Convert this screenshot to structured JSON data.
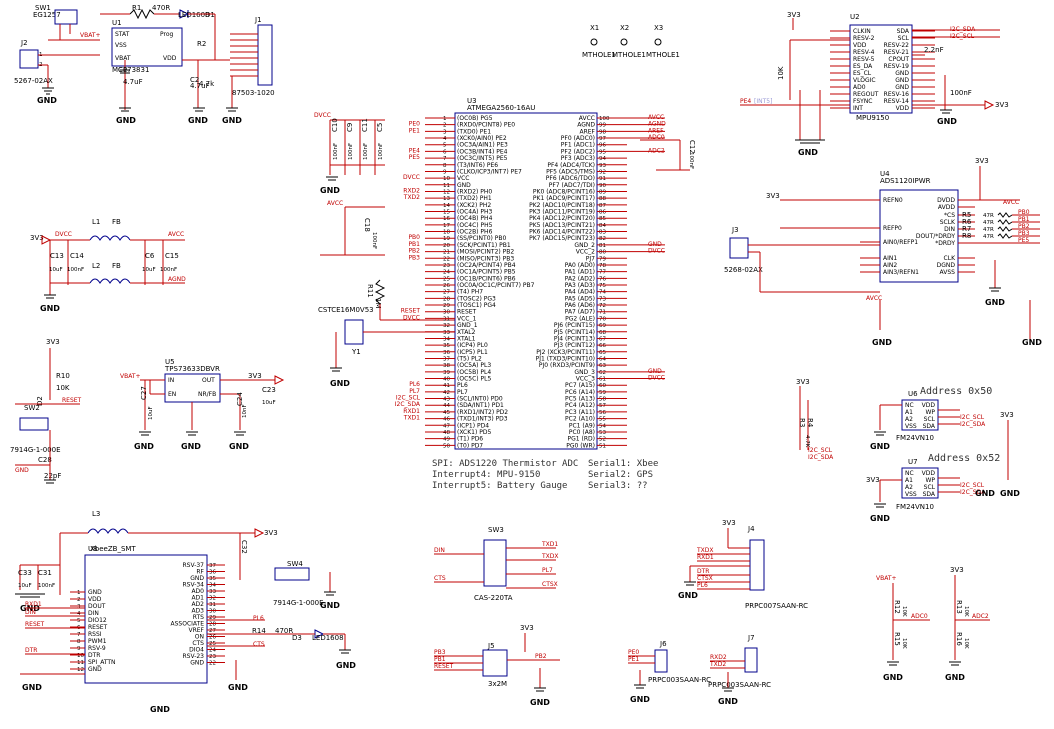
{
  "top_left": {
    "sw1": "SW1",
    "sw1_part": "EG1257",
    "j2": "J2",
    "j2_part": "5267-02AX",
    "u1": "U1",
    "u1_part": "MCP73831",
    "u1_pins": [
      "STAT",
      "VSS",
      "VBAT",
      "Prog",
      "VDD"
    ],
    "r1": "R1",
    "r1_val": "470R",
    "d1": "D1",
    "d1_part": "LED1608",
    "c1": "C1",
    "c1_val": "4.7uF",
    "c2": "C2",
    "c2_val": "4.7uF",
    "r2": "R2",
    "r2_val": "4.7k",
    "j1": "J1",
    "j1_part": "87503-1020",
    "vbat": "VBAT+"
  },
  "u2": {
    "ref": "U2",
    "part": "MPU9150",
    "left_pins": [
      "CLKIN",
      "RESV-2",
      "VDD",
      "RESV-4",
      "RESV-5",
      "ES_DA",
      "ES_CL",
      "VLOGIC",
      "AD0",
      "REGOUT",
      "FSYNC",
      "INT"
    ],
    "right_pins": [
      "SDA",
      "SCL",
      "RESV-22",
      "RESV-21",
      "CPOUT",
      "RESV-19",
      "GND",
      "GND",
      "GND",
      "RESV-16",
      "RESV-14",
      "VDD"
    ],
    "i2c_sda": "I2C_SDA",
    "i2c_scl": "I2C_SCL",
    "pe4": "PE4",
    "int5": "[INT5]",
    "r_val": "10K",
    "c_val": "2.2nF",
    "c_val2": "100nF"
  },
  "mountholes": [
    "X1",
    "X2",
    "X3"
  ],
  "mounthole_label": "MTHOLE1",
  "u3": {
    "ref": "U3",
    "part": "ATMEGA2560-16AU",
    "left_pins": [
      "(OC0B) PG5",
      "(RXD0/PCINT8) PE0",
      "(TXD0) PE1",
      "(XCK0/AIN0) PE2",
      "(OC3A/AIN1) PE3",
      "(OC3B/INT4) PE4",
      "(OC3C/INT5) PE5",
      "(T3/INT6) PE6",
      "(CLKO/ICP3/INT7) PE7",
      "VCC",
      "GND",
      "(RXD2) PH0",
      "(TXD2) PH1",
      "(XCK2) PH2",
      "(OC4A) PH3",
      "(OC4B) PH4",
      "(OC4C) PH5",
      "(OC2B) PH6",
      "(SS/PCINT0) PB0",
      "(SCK/PCINT1) PB1",
      "(MOSI/PCINT2) PB2",
      "(MISO/PCINT3) PB3",
      "(OC2A/PCINT4) PB4",
      "(OC1A/PCINT5) PB5",
      "(OC1B/PCINT6) PB6",
      "(OC0A/OC1C/PCINT7) PB7",
      "(T4) PH7",
      "(TOSC2) PG3",
      "(TOSC1) PG4",
      "RESET",
      "VCC_1",
      "GND_1",
      "XTAL2",
      "XTAL1",
      "(ICP4) PL0",
      "(ICP5) PL1",
      "(T5) PL2",
      "(OC5A) PL3",
      "(OC5B) PL4",
      "(OC5C) PL5",
      "PL6",
      "PL7",
      "(SCL/INT0) PD0",
      "(SDA/INT1) PD1",
      "(RXD1/INT2) PD2",
      "(TXD1/INT3) PD3",
      "(ICP1) PD4",
      "(XCK1) PD5",
      "(T1) PD6",
      "(T0) PD7"
    ],
    "right_pins": [
      "AVCC",
      "AGND",
      "AREF",
      "PF0 (ADC0)",
      "PF1 (ADC1)",
      "PF2 (ADC2)",
      "PF3 (ADC3)",
      "PF4 (ADC4/TCK)",
      "PF5 (ADC5/TMS)",
      "PF6 (ADC6/TDO)",
      "PF7 (ADC7/TDI)",
      "PK0 (ADC8/PCINT16)",
      "PK1 (ADC9/PCINT17)",
      "PK2 (ADC10/PCINT18)",
      "PK3 (ADC11/PCINT19)",
      "PK4 (ADC12/PCINT20)",
      "PK5 (ADC13/PCINT21)",
      "PK6 (ADC14/PCINT22)",
      "PK7 (ADC15/PCINT23)",
      "GND_2",
      "VCC_2",
      "PJ7",
      "PA0 (AD0)",
      "PA1 (AD1)",
      "PA2 (AD2)",
      "PA3 (AD3)",
      "PA4 (AD4)",
      "PA5 (AD5)",
      "PA6 (AD6)",
      "PA7 (AD7)",
      "PG2 (ALE)",
      "PJ6 (PCINT15)",
      "PJ5 (PCINT14)",
      "PJ4 (PCINT13)",
      "PJ3 (PCINT12)",
      "PJ2 (XCK3/PCINT11)",
      "PJ1 (TXD3/PCINT10)",
      "PJ0 (RXD3/PCINT9)",
      "GND_3",
      "VCC_3",
      "PC7 (A15)",
      "PC6 (A14)",
      "PC5 (A13)",
      "PC4 (A12)",
      "PC3 (A11)",
      "PC2 (A10)",
      "PC1 (A9)",
      "PC0 (A8)",
      "PG1 (RD)",
      "PG0 (WR)"
    ],
    "left_nets": {
      "pe0": "PE0",
      "pe1": "PE1",
      "pe4": "PE4",
      "pe5": "PE5",
      "dvcc": "DVCC",
      "rxd2": "RXD2",
      "txd2": "TXD2",
      "pb0": "PB0",
      "pb1": "PB1",
      "pb2": "PB2",
      "pb3": "PB3",
      "reset": "RESET",
      "pl6": "PL6",
      "pl7": "PL7",
      "i2c_scl": "I2C_SCL",
      "i2c_sda": "I2C_SDA",
      "rxd1": "RXD1",
      "txd1": "TXD1"
    },
    "right_nets": {
      "avcc": "AVCC",
      "agnd": "AGND",
      "aref": "AREF",
      "adc0": "ADC0",
      "adc2": "ADC2",
      "gnd": "GND",
      "dvcc": "DVCC"
    }
  },
  "caps_dvcc": {
    "c10": "C10",
    "c9": "C9",
    "c11": "C11",
    "c5": "C5",
    "val": "100nF",
    "dvcc": "DVCC"
  },
  "c12": {
    "ref": "C12",
    "val": "100nF"
  },
  "c18": {
    "ref": "C18",
    "val": "100nF",
    "avcc": "AVCC"
  },
  "filter": {
    "l1": "L1",
    "l2": "L2",
    "fb": "FB",
    "c13": "C13",
    "c14": "C14",
    "c6": "C6",
    "c15": "C15",
    "val10": "10uF",
    "val100": "100nF",
    "dvcc": "DVCC",
    "avcc": "AVCC",
    "agnd": "AGND",
    "v3": "3V3"
  },
  "crystal": {
    "ref": "Y1",
    "part": "CSTCE16M0V53",
    "r11": "R11",
    "r11_val": "1M"
  },
  "reset_circuit": {
    "r10": "R10",
    "r10_val": "10K",
    "d2": "D2",
    "sw2": "SW2",
    "sw2_part": "7914G-1-000E",
    "c28": "C28",
    "c28_val": "22pF",
    "reset": "RESET",
    "gnd": "GND"
  },
  "u5": {
    "ref": "U5",
    "part": "TPS73633DBVR",
    "pins": [
      "IN",
      "EN",
      "OUT",
      "NR/FB",
      "GND"
    ],
    "c27": "C27",
    "c24": "C24",
    "c23": "C23",
    "val_in": "10uF",
    "val_nr": "10nF",
    "val_out": "10uF",
    "vbat": "VBAT+",
    "v3": "3V3"
  },
  "u4": {
    "ref": "U4",
    "part": "ADS1120IPWR",
    "left_pins": [
      "REFN0",
      "REFP0",
      "AIN0/REFP1",
      "AIN1",
      "AIN2",
      "AIN3/REFN1"
    ],
    "right_pins": [
      "DVDD",
      "AVDD",
      "*CS",
      "SCLK",
      "DIN",
      "DOUT/*DRDY",
      "*DRDY",
      "CLK",
      "DGND",
      "AVSS"
    ],
    "r_names": [
      "R5",
      "R6",
      "R7",
      "R8"
    ],
    "r_val": "47R",
    "pb": [
      "PB0",
      "PB1",
      "PB2",
      "PB3"
    ],
    "pe5": "PE5",
    "j3": "J3",
    "j3_part": "5268-02AX",
    "avcc": "AVCC",
    "v3": "3V3"
  },
  "eeprom": {
    "u6": "U6",
    "u7": "U7",
    "part": "FM24VN10",
    "addr6": "Address 0x50",
    "addr7": "Address 0x52",
    "pins_l": [
      "NC",
      "A1",
      "A2",
      "VSS"
    ],
    "pins_r": [
      "VDD",
      "WP",
      "SCL",
      "SDA"
    ],
    "i2c_scl": "I2C_SCL",
    "i2c_sda": "I2C_SDA",
    "v3": "3V3",
    "r3": "R3",
    "r4": "R4",
    "r_val": "4.7K"
  },
  "notes": [
    "SPI: ADS1220 Thermistor ADC",
    "Interrupt4: MPU-9150",
    "Interrupt5: Battery Gauge",
    "Serial1: Xbee",
    "Serial2: GPS",
    "Serial3: ??"
  ],
  "xbee": {
    "ref": "U8",
    "part": "XbeeZB_SMT",
    "left_pins": [
      "GND",
      "VDD",
      "DOUT",
      "DIN",
      "DIO12",
      "RESET",
      "RSSI",
      "PWM1",
      "RSV-9",
      "DTR",
      "SPI_ATTN",
      "GND"
    ],
    "right_pins": [
      "RSV-37",
      "RF",
      "GND",
      "RSV-34",
      "AD0",
      "AD1",
      "AD2",
      "AD3",
      "RTS",
      "ASSOCIATE",
      "VREF",
      "ON",
      "CTS",
      "DIO4",
      "RSV-23",
      "GND"
    ],
    "nets": {
      "rxd1": "RXD1",
      "din": "DIN",
      "reset": "RESET",
      "dtr": "DTR",
      "pl6": "PL6",
      "cts": "CTS",
      "v3": "3V3"
    },
    "l3": "L3",
    "c33": "C33",
    "c31": "C31",
    "c32": "C32",
    "c_val": "10uF",
    "c_val2": "100nF",
    "sw4": "SW4",
    "sw4_part": "7914G-1-000E",
    "r14": "R14",
    "r14_val": "470R",
    "d3": "D3",
    "d3_part": "LED1608"
  },
  "sw3": {
    "ref": "SW3",
    "part": "CAS-220TA",
    "nets": [
      "DIN",
      "CTS",
      "TXD1",
      "TXDX",
      "PL7",
      "CTSX"
    ]
  },
  "j5": {
    "ref": "J5",
    "part": "3x2M",
    "pins": [
      "PB3",
      "PB1",
      "RESET",
      "PB2"
    ],
    "v3": "3V3"
  },
  "j6": {
    "ref": "J6",
    "part": "PRPC003SAAN-RC",
    "pins": [
      "PE0",
      "PE1"
    ]
  },
  "j7": {
    "ref": "J7",
    "part": "PRPC003SAAN-RC",
    "pins": [
      "RXD2",
      "TXD2"
    ]
  },
  "j4": {
    "ref": "J4",
    "part": "PRPC007SAAN-RC",
    "pins": [
      "TXDX",
      "RXD1",
      "DTR",
      "CTSX",
      "PL6"
    ],
    "v3": "3V3"
  },
  "vdiv": {
    "r12": "R12",
    "r15": "R15",
    "r13": "R13",
    "r16": "R16",
    "val": "10K",
    "vbat": "VBAT+",
    "adc0": "ADC0",
    "adc2": "ADC2",
    "v3": "3V3"
  },
  "gnd_label": "GND"
}
